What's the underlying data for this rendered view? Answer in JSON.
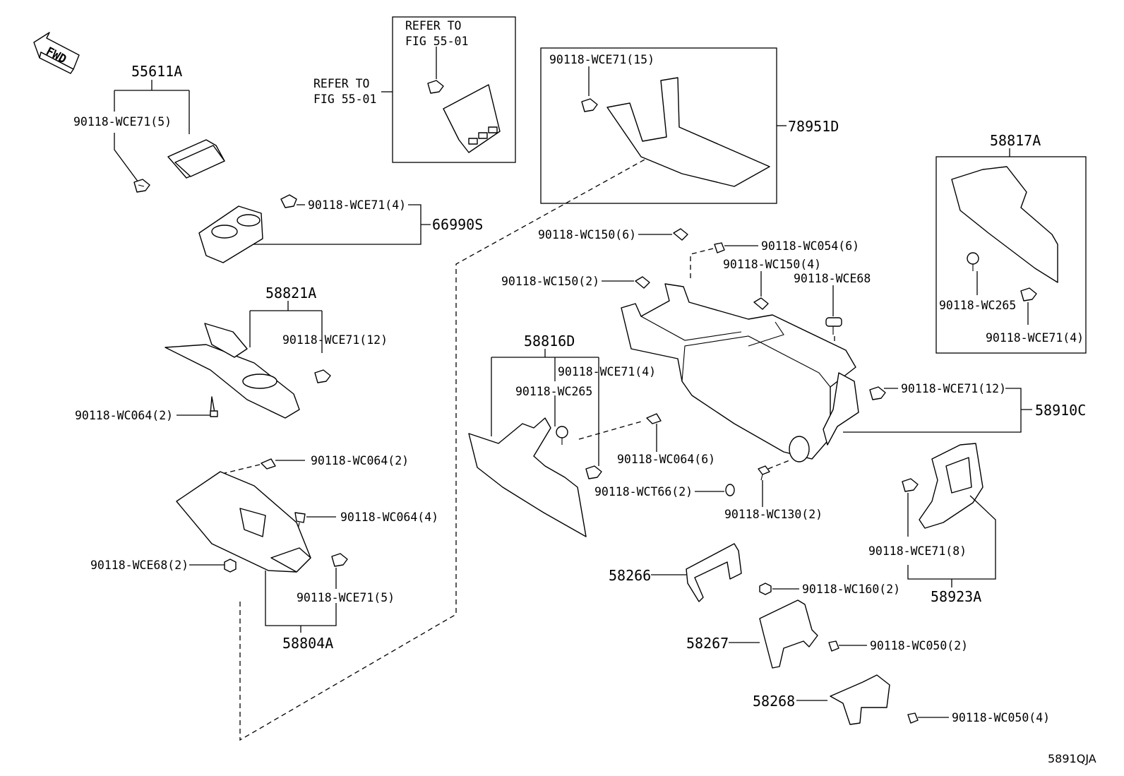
{
  "fwd_label": "FWD",
  "diagram_code": "5891QJA",
  "refer_boxed": [
    "REFER TO",
    "FIG 55-01"
  ],
  "refer_outside": [
    "REFER TO",
    "FIG 55-01"
  ],
  "parts": {
    "p55611A": "55611A",
    "p66990S": "66990S",
    "p58821A": "58821A",
    "p58804A": "58804A",
    "p78951D": "78951D",
    "p58817A": "58817A",
    "p58816D": "58816D",
    "p58910C": "58910C",
    "p58923A": "58923A",
    "p58266": "58266",
    "p58267": "58267",
    "p58268": "58268"
  },
  "fasteners": {
    "f01": "90118-WCE71(5)",
    "f02": "90118-WCE71(4)",
    "f03": "90118-WCE71(12)",
    "f04": "90118-WC064(2)",
    "f05": "90118-WC064(2)",
    "f06": "90118-WC064(4)",
    "f07": "90118-WCE68(2)",
    "f08": "90118-WCE71(5)",
    "f09": "90118-WCE71(15)",
    "f10": "90118-WC150(6)",
    "f11": "90118-WC054(6)",
    "f12": "90118-WC150(4)",
    "f13": "90118-WC150(2)",
    "f14": "90118-WCE68",
    "f15": "90118-WC265",
    "f16": "90118-WCE71(4)",
    "f17": "90118-WCE71(4)",
    "f18": "90118-WC265",
    "f19": "90118-WCE71(12)",
    "f20": "90118-WC064(6)",
    "f21": "90118-WCT66(2)",
    "f22": "90118-WC130(2)",
    "f23": "90118-WCE71(8)",
    "f24": "90118-WC160(2)",
    "f25": "90118-WC050(2)",
    "f26": "90118-WC050(4)"
  }
}
